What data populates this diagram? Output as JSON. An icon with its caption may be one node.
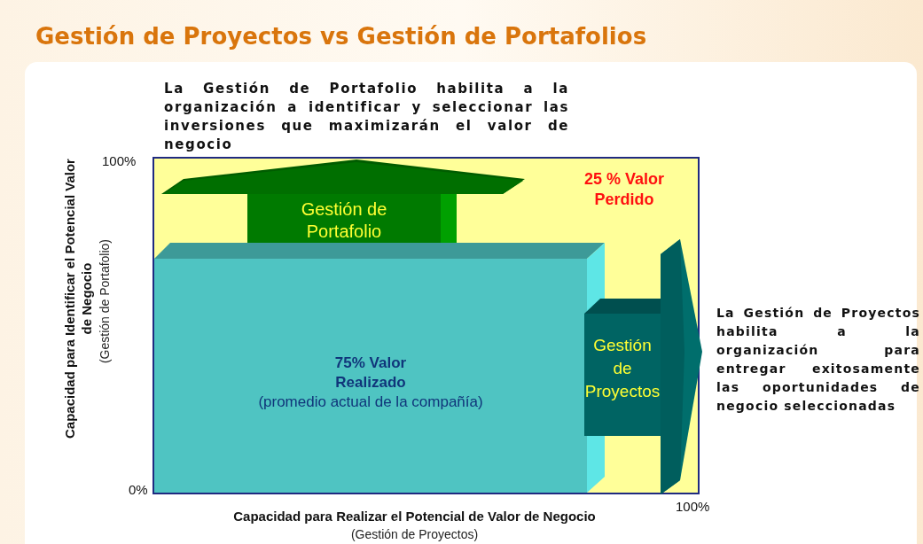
{
  "diagram": {
    "title": "Gestión de Proyectos vs Gestión de Portafolios",
    "nodes": [
      {
        "text": [
          "25 % Valor Perdido"
        ]
      },
      {
        "text": [
          "Gestión de Portafolio"
        ],
        "in": 0
      },
      {
        "text": [
          "75% Valor Realizado",
          "(promedio actual de la compañía)"
        ],
        "in": 0
      },
      {
        "text": [
          "Gestión de Proyectos"
        ],
        "in": 0
      }
    ],
    "labels": [
      "La Gestión de Portafolio habilita a la organización a identificar y seleccionar las inversiones que maximizarán el valor de negocio",
      "100%",
      "Capacidad para Identificar el Potencial Valor de Negocio",
      "(Gestión de Portafolio)",
      "0%",
      "La Gestión de Proyectos habilita a la organización para entregar exitosamente las oportunidades de negocio seleccionadas",
      "100%",
      "Capacidad para Realizar el Potencial de Valor de Negocio",
      "(Gestión de Proyectos)"
    ]
  }
}
